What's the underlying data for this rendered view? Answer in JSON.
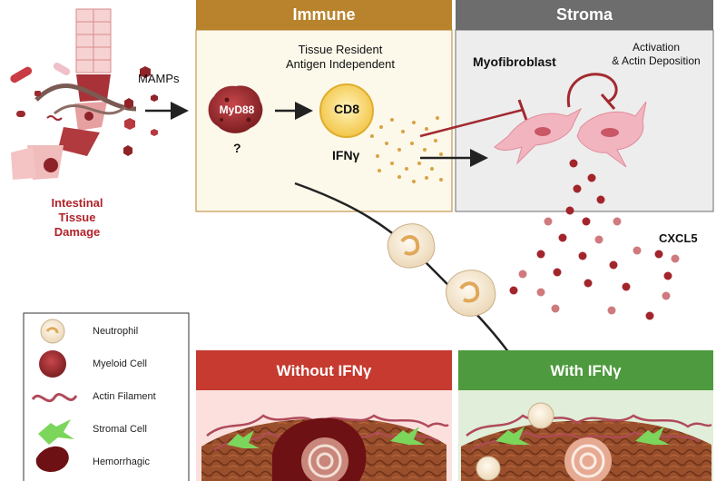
{
  "left": {
    "mamps": "MAMPs",
    "damage_line1": "Intestinal",
    "damage_line2": "Tissue",
    "damage_line3": "Damage"
  },
  "immune": {
    "title": "Immune",
    "resident_line1": "Tissue Resident",
    "resident_line2": "Antigen Independent",
    "myd88": "MyD88",
    "question": "?",
    "cd8": "CD8",
    "ifng": "IFNγ"
  },
  "stroma": {
    "title": "Stroma",
    "myofibroblast": "Myofibroblast",
    "activation_line1": "Activation",
    "activation_line2": "& Actin Deposition"
  },
  "cxcl5": "CXCL5",
  "legend": {
    "items": [
      {
        "label": "Neutrophil",
        "icon": "neutrophil-icon"
      },
      {
        "label": "Myeloid Cell",
        "icon": "myeloid-cell-icon"
      },
      {
        "label": "Actin Filament",
        "icon": "actin-filament-icon"
      },
      {
        "label": "Stromal Cell",
        "icon": "stromal-cell-icon"
      },
      {
        "label": "Hemorrhagic",
        "icon": "hemorrhagic-icon"
      }
    ]
  },
  "bottom": {
    "without": "Without IFNγ",
    "with": "With IFNγ"
  },
  "colors": {
    "immune_header": "#b8832c",
    "immune_bg": "#fcf8ea",
    "stroma_header": "#6d6d6d",
    "stroma_bg": "#ededed",
    "without_header": "#c63a2f",
    "with_header": "#4e9a3e",
    "damage_text": "#b0232a",
    "cxcl5_dot": "#a3252c"
  }
}
